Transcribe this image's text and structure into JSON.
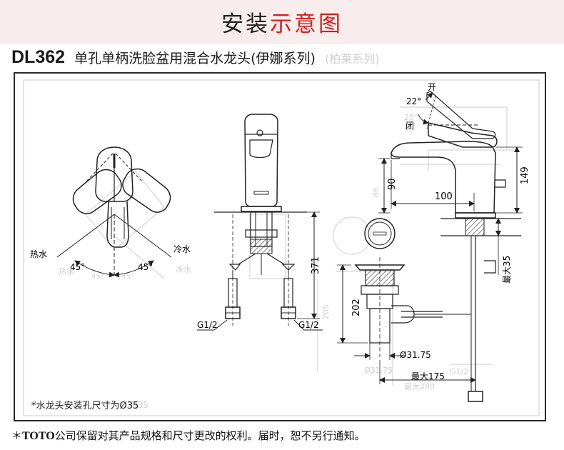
{
  "banner": {
    "title_part1": "安装",
    "title_part2": "示意图",
    "title_part2_color": "#d21f1f",
    "background": "#f7eded"
  },
  "heading": {
    "model": "DL362",
    "description": "单孔单柄洗脸盆用混合水龙头(伊娜系列)",
    "ghost_text": "(柏莱系列)"
  },
  "top_view": {
    "hot_label": "热水",
    "cold_label": "冷水",
    "hot_angle": "45°",
    "cold_angle": "45°",
    "ghost_hot": "热水",
    "ghost_cold": "冷水",
    "ghost_angle_left": "45°",
    "ghost_angle_right": "45°"
  },
  "front_view": {
    "inlet_left": "G1/2",
    "inlet_right": "G1/2",
    "height_dim": "371"
  },
  "side_view": {
    "open_label": "开",
    "close_label": "闭",
    "open_angle": "22°",
    "ghost_angle": "25°",
    "ghost_close": "关",
    "height_total": "149",
    "spout_height": "90",
    "ghost_height": "86",
    "spout_reach": "100",
    "max_thickness": "最大35",
    "drain_depth": "202",
    "ghost_depth": "205",
    "drain_dia": "Ø31.75",
    "ghost_dia": "Ø31.75",
    "max_reach": "最大175",
    "ghost_reach": "最大280",
    "ghost_g": "G1/2"
  },
  "note": "*水龙头安装孔尺寸为Ø35",
  "ghost_note": "Ø35",
  "footer": {
    "star": "＊",
    "brand": "TOTO",
    "text": "公司保留对其产品规格和尺寸更改的权利。届时，恕不另行通知。"
  }
}
